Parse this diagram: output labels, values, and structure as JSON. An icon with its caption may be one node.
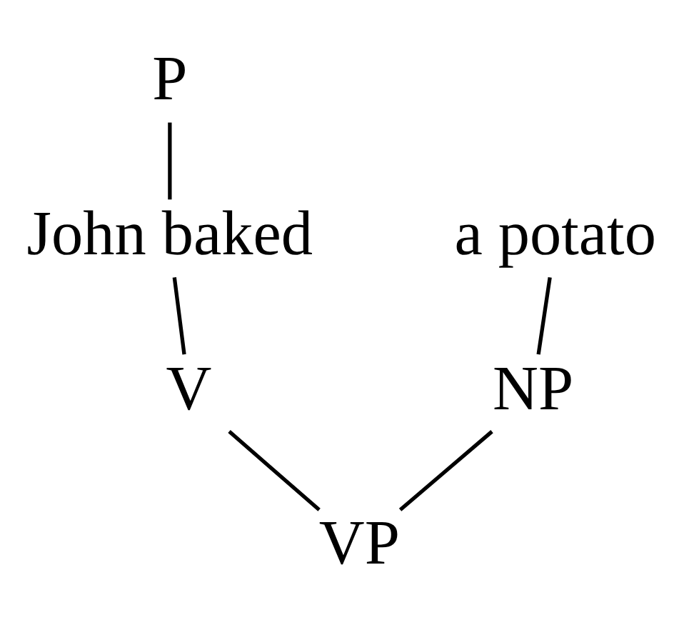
{
  "diagram": {
    "nodes": [
      {
        "text": [
          "P"
        ]
      },
      {
        "text": [
          "John baked"
        ]
      },
      {
        "text": [
          "a potato"
        ]
      },
      {
        "text": [
          "V"
        ]
      },
      {
        "text": [
          "NP"
        ]
      },
      {
        "text": [
          "VP"
        ]
      }
    ],
    "edges": [
      {
        "from": 0,
        "to": 1,
        "arrow": "none"
      },
      {
        "from": 1,
        "to": 3,
        "arrow": "none"
      },
      {
        "from": 2,
        "to": 4,
        "arrow": "none"
      },
      {
        "from": 3,
        "to": 5,
        "arrow": "none"
      },
      {
        "from": 4,
        "to": 5,
        "arrow": "none"
      }
    ]
  }
}
